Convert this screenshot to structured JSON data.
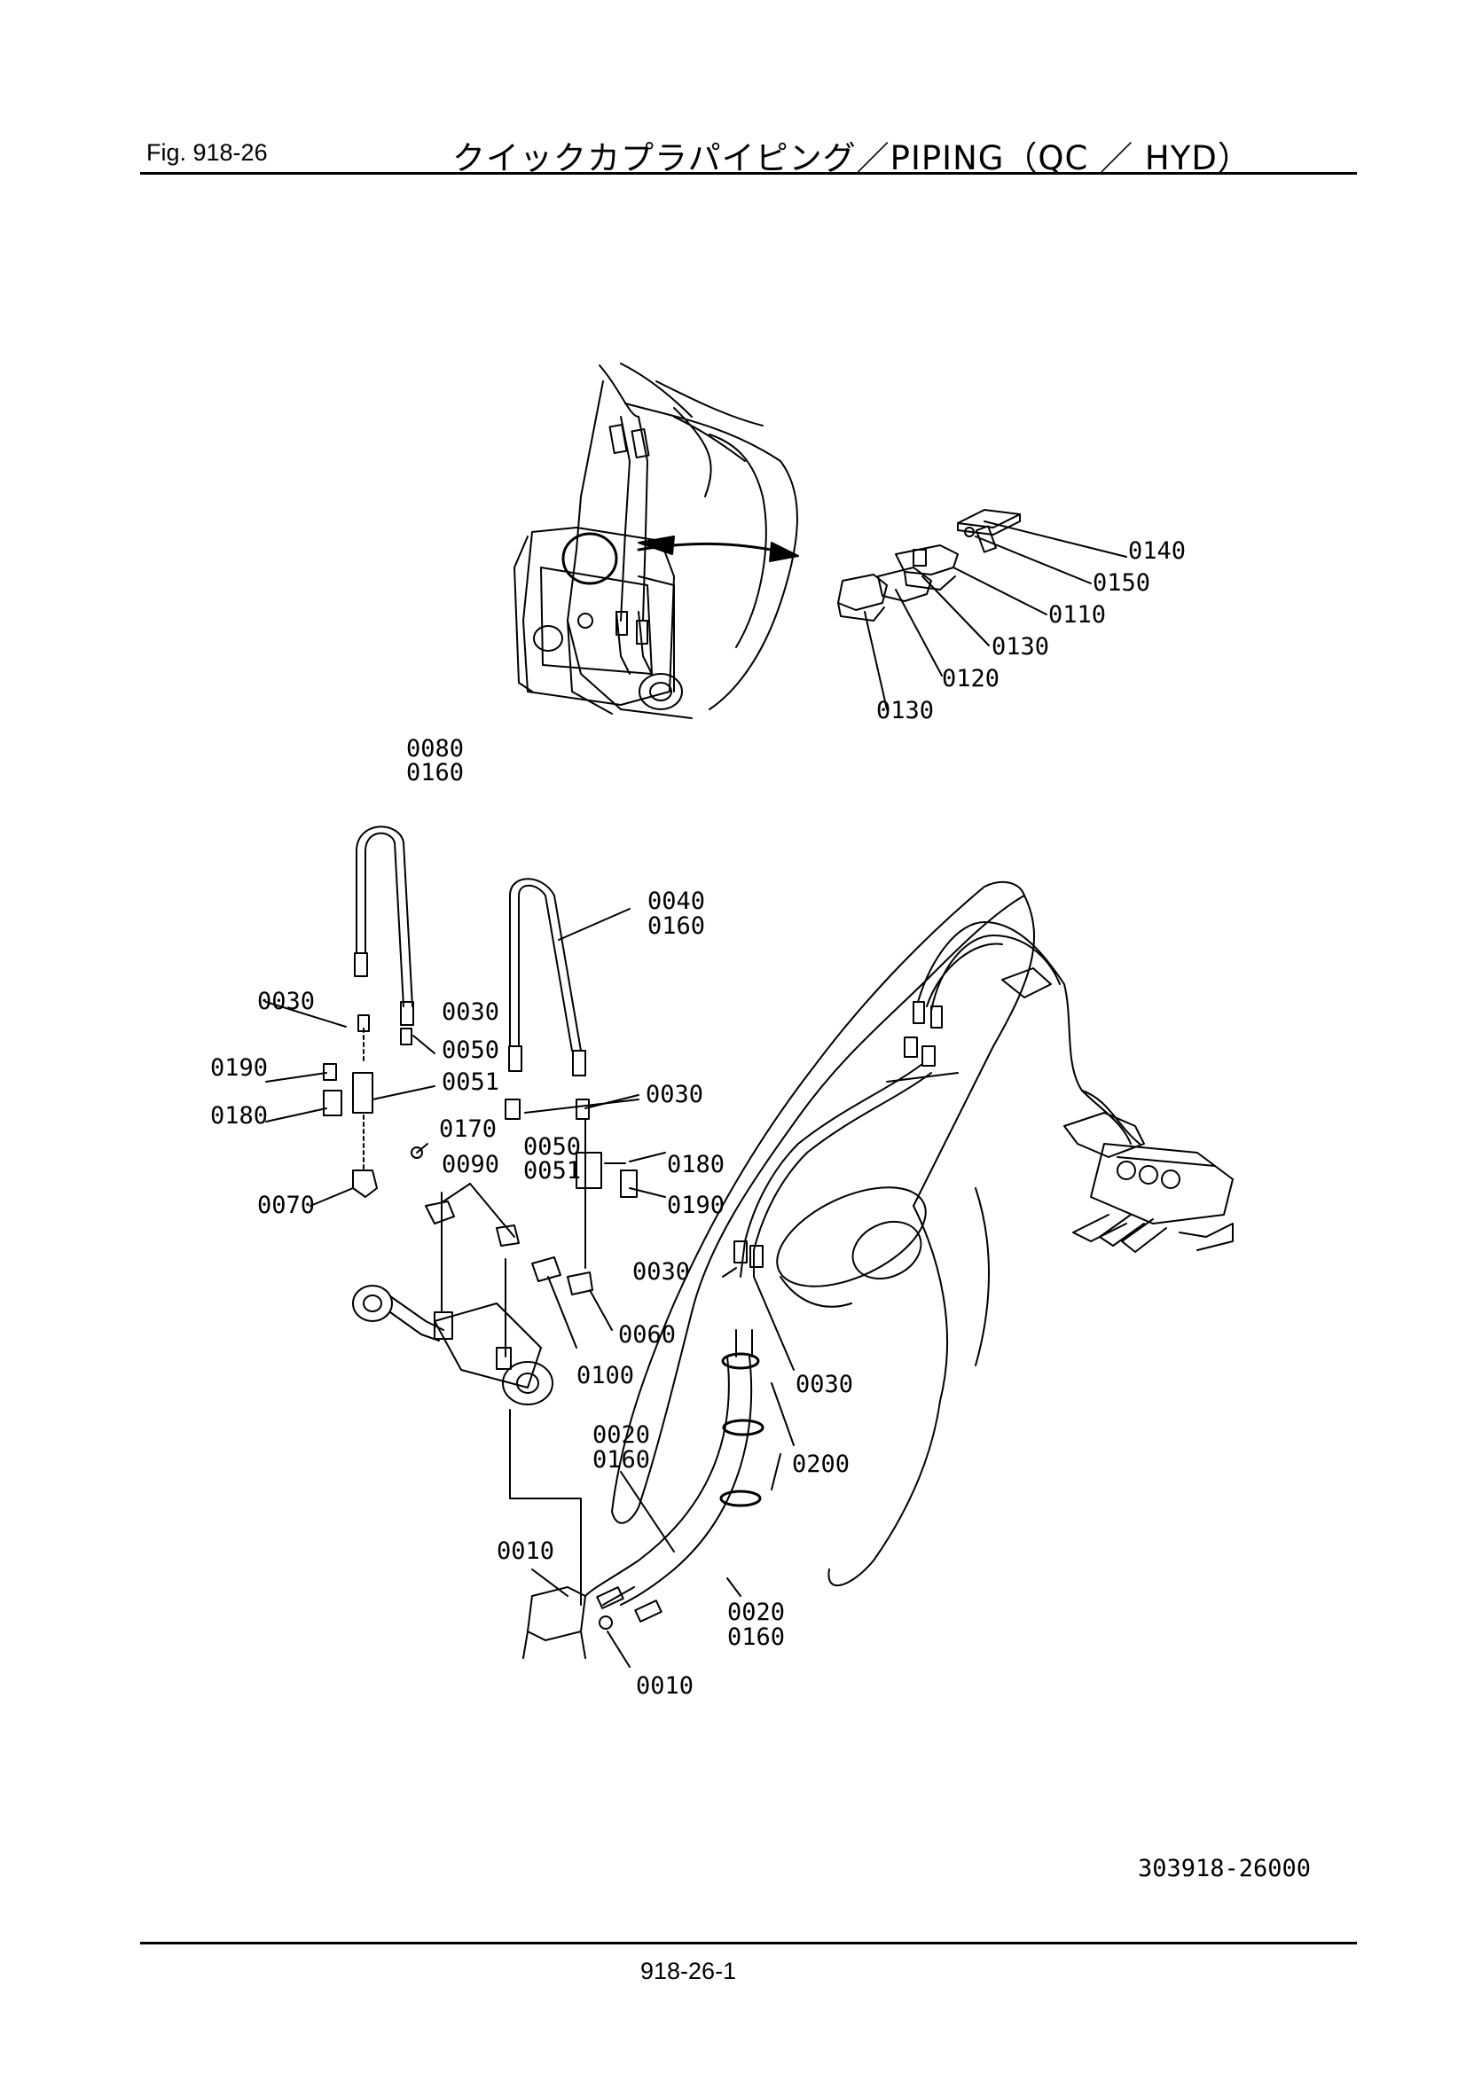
{
  "header": {
    "fig_label": "Fig.  918-26",
    "title": "クイックカプラパイピング／PIPING（QC ／ HYD）"
  },
  "footer": {
    "doc_number": "303918-26000",
    "page_number": "918-26-1"
  },
  "callouts": [
    {
      "id": "c0140",
      "text": "0140"
    },
    {
      "id": "c0150",
      "text": "0150"
    },
    {
      "id": "c0110",
      "text": "0110"
    },
    {
      "id": "c0130a",
      "text": "0130"
    },
    {
      "id": "c0120",
      "text": "0120"
    },
    {
      "id": "c0130b",
      "text": "0130"
    },
    {
      "id": "c0080",
      "text": "0080"
    },
    {
      "id": "c0160a",
      "text": "0160"
    },
    {
      "id": "c0040",
      "text": "0040"
    },
    {
      "id": "c0160b",
      "text": "0160"
    },
    {
      "id": "c0030a",
      "text": "0030"
    },
    {
      "id": "c0030b",
      "text": "0030"
    },
    {
      "id": "c0050a",
      "text": "0050"
    },
    {
      "id": "c0051a",
      "text": "0051"
    },
    {
      "id": "c0190a",
      "text": "0190"
    },
    {
      "id": "c0180a",
      "text": "0180"
    },
    {
      "id": "c0030c",
      "text": "0030"
    },
    {
      "id": "c0170",
      "text": "0170"
    },
    {
      "id": "c0050b",
      "text": "0050"
    },
    {
      "id": "c0051b",
      "text": "0051"
    },
    {
      "id": "c0180b",
      "text": "0180"
    },
    {
      "id": "c0090",
      "text": "0090"
    },
    {
      "id": "c0190b",
      "text": "0190"
    },
    {
      "id": "c0070",
      "text": "0070"
    },
    {
      "id": "c0030d",
      "text": "0030"
    },
    {
      "id": "c0060",
      "text": "0060"
    },
    {
      "id": "c0100",
      "text": "0100"
    },
    {
      "id": "c0030e",
      "text": "0030"
    },
    {
      "id": "c0020a",
      "text": "0020"
    },
    {
      "id": "c0160c",
      "text": "0160"
    },
    {
      "id": "c0200",
      "text": "0200"
    },
    {
      "id": "c0010a",
      "text": "0010"
    },
    {
      "id": "c0020b",
      "text": "0020"
    },
    {
      "id": "c0160d",
      "text": "0160"
    },
    {
      "id": "c0010b",
      "text": "0010"
    }
  ]
}
